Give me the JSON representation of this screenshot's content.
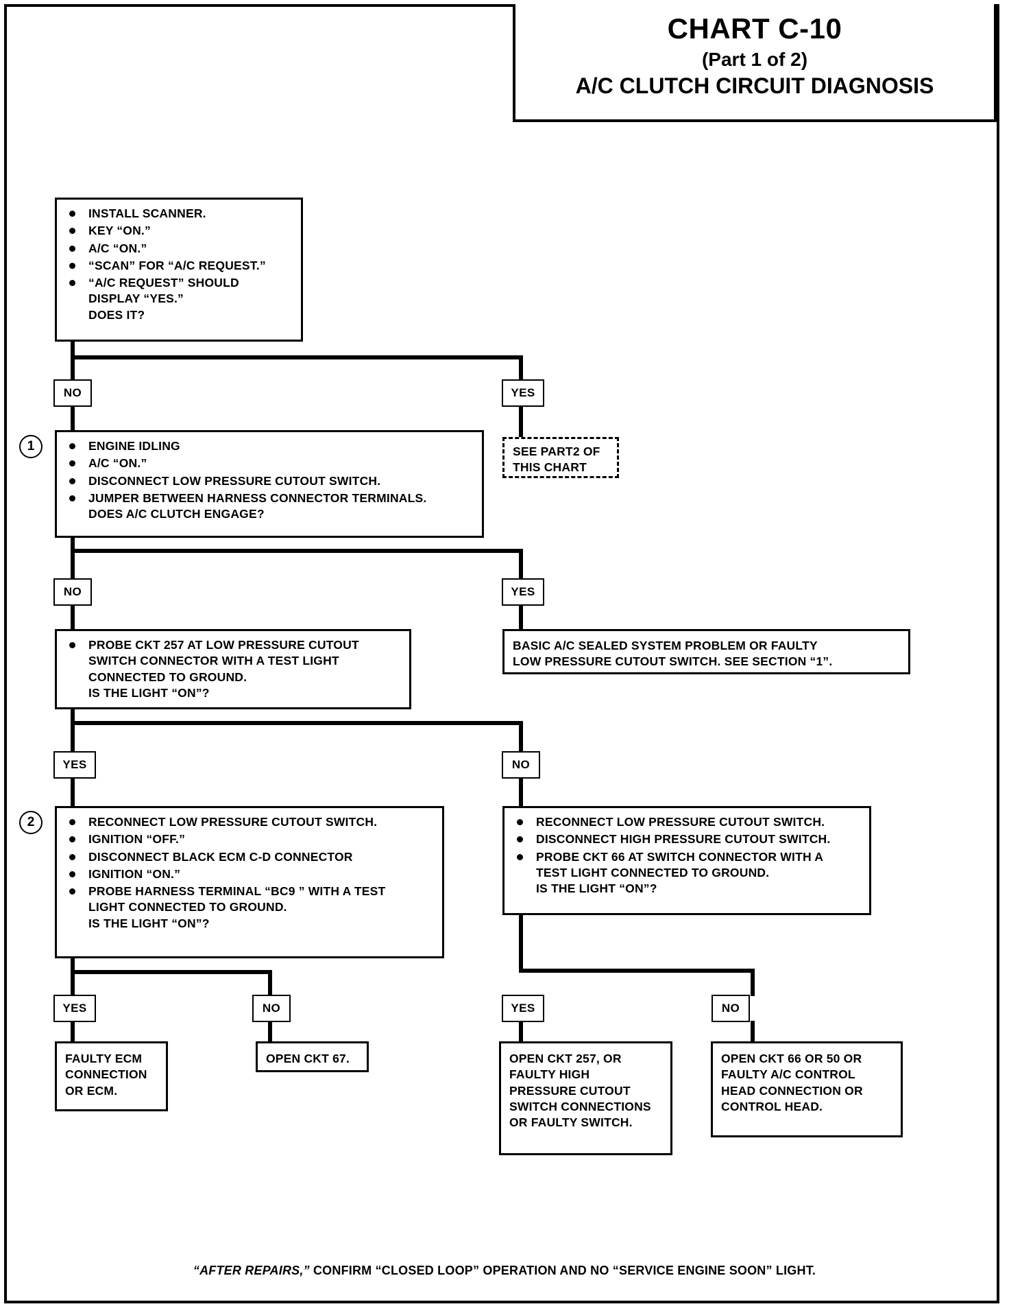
{
  "header": {
    "chart_number": "CHART C-10",
    "part": "(Part 1 of 2)",
    "subtitle": "A/C CLUTCH CIRCUIT DIAGNOSIS"
  },
  "steps": {
    "one": "1",
    "two": "2"
  },
  "labels": {
    "no": "NO",
    "yes": "YES"
  },
  "nodes": {
    "start": {
      "bullets": [
        "INSTALL SCANNER.",
        "KEY “ON.”",
        "A/C “ON.”",
        "“SCAN” FOR “A/C REQUEST.”",
        "“A/C REQUEST” SHOULD\nDISPLAY “YES.”\nDOES IT?"
      ]
    },
    "see_part2": {
      "text": "SEE PART2 OF\nTHIS CHART"
    },
    "step1": {
      "bullets": [
        "ENGINE IDLING",
        "A/C “ON.”",
        "DISCONNECT LOW PRESSURE CUTOUT SWITCH.",
        " JUMPER BETWEEN HARNESS CONNECTOR TERMINALS.\nDOES A/C CLUTCH ENGAGE?"
      ]
    },
    "probe257": {
      "bullets": [
        "PROBE CKT 257 AT LOW PRESSURE CUTOUT\nSWITCH CONNECTOR WITH A TEST LIGHT\nCONNECTED TO GROUND.\nIS THE LIGHT “ON”?"
      ]
    },
    "basic_ac": {
      "text": "BASIC A/C SEALED SYSTEM PROBLEM OR FAULTY\nLOW PRESSURE CUTOUT SWITCH.  SEE SECTION “1”."
    },
    "step2": {
      "bullets": [
        "RECONNECT LOW PRESSURE CUTOUT SWITCH.",
        "IGNITION “OFF.”",
        "DISCONNECT BLACK ECM C-D CONNECTOR",
        "IGNITION “ON.”",
        "PROBE HARNESS TERMINAL “BC9 ” WITH A TEST\nLIGHT CONNECTED TO GROUND.\nIS THE LIGHT “ON”?"
      ]
    },
    "high_pressure": {
      "bullets": [
        "RECONNECT LOW PRESSURE CUTOUT SWITCH.",
        "DISCONNECT HIGH PRESSURE CUTOUT SWITCH.",
        "PROBE CKT 66  AT SWITCH CONNECTOR WITH A\nTEST LIGHT CONNECTED TO GROUND.\nIS THE LIGHT “ON”?"
      ]
    },
    "faulty_ecm": {
      "text": "FAULTY ECM\nCONNECTION\nOR ECM."
    },
    "open_ckt67": {
      "text": "OPEN CKT 67."
    },
    "open_ckt257": {
      "text": "OPEN CKT 257, OR\nFAULTY HIGH\nPRESSURE CUTOUT\nSWITCH CONNECTIONS\nOR FAULTY SWITCH."
    },
    "open_ckt66": {
      "text": "OPEN CKT 66 OR 50 OR\nFAULTY A/C CONTROL\nHEAD CONNECTION OR\nCONTROL HEAD."
    }
  },
  "footer": {
    "italic_part": "“AFTER REPAIRS,”",
    "rest": " CONFIRM “CLOSED LOOP” OPERATION AND NO “SERVICE ENGINE SOON” LIGHT."
  },
  "colors": {
    "ink": "#000000",
    "paper": "#ffffff"
  }
}
